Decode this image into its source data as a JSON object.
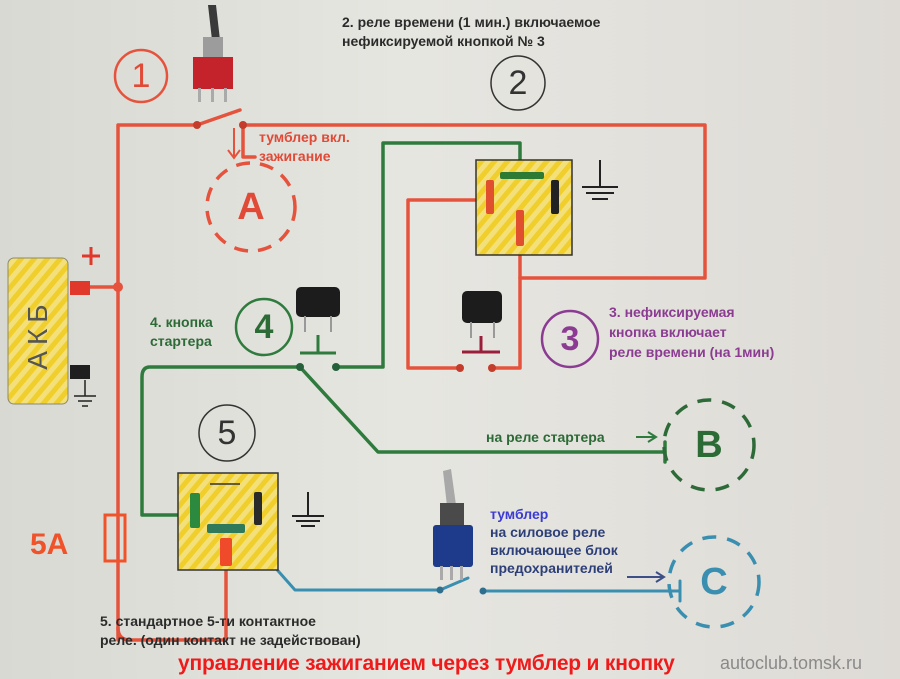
{
  "diagram": {
    "title": "управление зажиганием через тумблер и кнопку",
    "watermark": "autoclub.tomsk.ru",
    "colors": {
      "positive_wire": "#e5533d",
      "starter_wire": "#2f7a3d",
      "power_relay_wire": "#3a8fb0",
      "timer_button_wire": "#8b3c92",
      "title": "#ef1a1a",
      "relay_fill": "#f2d43a"
    },
    "components": {
      "battery": {
        "label": "АКБ",
        "plus": "+",
        "ground": "ground-icon"
      },
      "fuse": {
        "label": "5А"
      },
      "toggle_1": {
        "number": "1",
        "label_line1": "тумблер вкл.",
        "label_line2": "зажигание"
      },
      "relay_2": {
        "number": "2",
        "label_line1": "2.  реле времени (1 мин.) включаемое",
        "label_line2": "нефиксируемой кнопкой № 3"
      },
      "button_3": {
        "number": "3",
        "label_line1": "3. нефиксируемая",
        "label_line2": "кнопка включает",
        "label_line3": "реле времени (на 1мин)"
      },
      "button_4": {
        "number": "4",
        "label_line1": "4. кнопка",
        "label_line2": "стартера"
      },
      "relay_5": {
        "number": "5",
        "label_line1": "5. стандартное 5-ти контактное",
        "label_line2": "реле. (один контакт не задействован)"
      },
      "toggle_power": {
        "label_line1": "тумблер",
        "label_line2": "на силовое реле",
        "label_line3": "включающее блок",
        "label_line4": "предохранителей"
      }
    },
    "outputs": {
      "A": {
        "letter": "A",
        "desc": ""
      },
      "B": {
        "letter": "B",
        "desc": "на реле стартера"
      },
      "C": {
        "letter": "C",
        "desc": ""
      }
    }
  }
}
